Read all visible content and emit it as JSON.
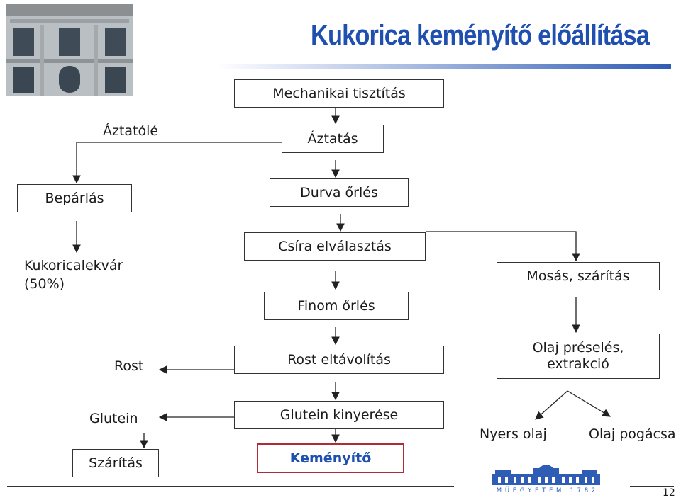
{
  "title": "Kukorica keményítő előállítása",
  "colors": {
    "title": "#1f50b0",
    "final_border": "#b02a38",
    "final_text": "#1f50b0",
    "logo": "#2f5cb4"
  },
  "process": {
    "mechanikai": "Mechanikai tisztítás",
    "aztatas": "Áztatás",
    "durva": "Durva őrlés",
    "csira": "Csíra elválasztás",
    "finom": "Finom őrlés",
    "rost_eltav": "Rost eltávolítás",
    "glutein_kiny": "Glutein kinyerése",
    "kemenyito": "Keményítő"
  },
  "side_left": {
    "aztatole": "Áztatólé",
    "beparlas": "Bepárlás",
    "kukoricalekvar_1": "Kukoricalekvár",
    "kukoricalekvar_2": "(50%)",
    "rost": "Rost",
    "glutein": "Glutein",
    "szaritas": "Szárítás"
  },
  "side_right": {
    "mosas": "Mosás, szárítás",
    "olaj_1": "Olaj préselés,",
    "olaj_2": "extrakció",
    "nyers_olaj": "Nyers olaj",
    "olaj_pogacsa": "Olaj pogácsa"
  },
  "logo": {
    "text": "M Ű E G Y E T E M   1 7 8 2",
    "icon": "university-building-logo"
  },
  "photo": {
    "icon": "building-facade-photo"
  },
  "page_number": "12"
}
